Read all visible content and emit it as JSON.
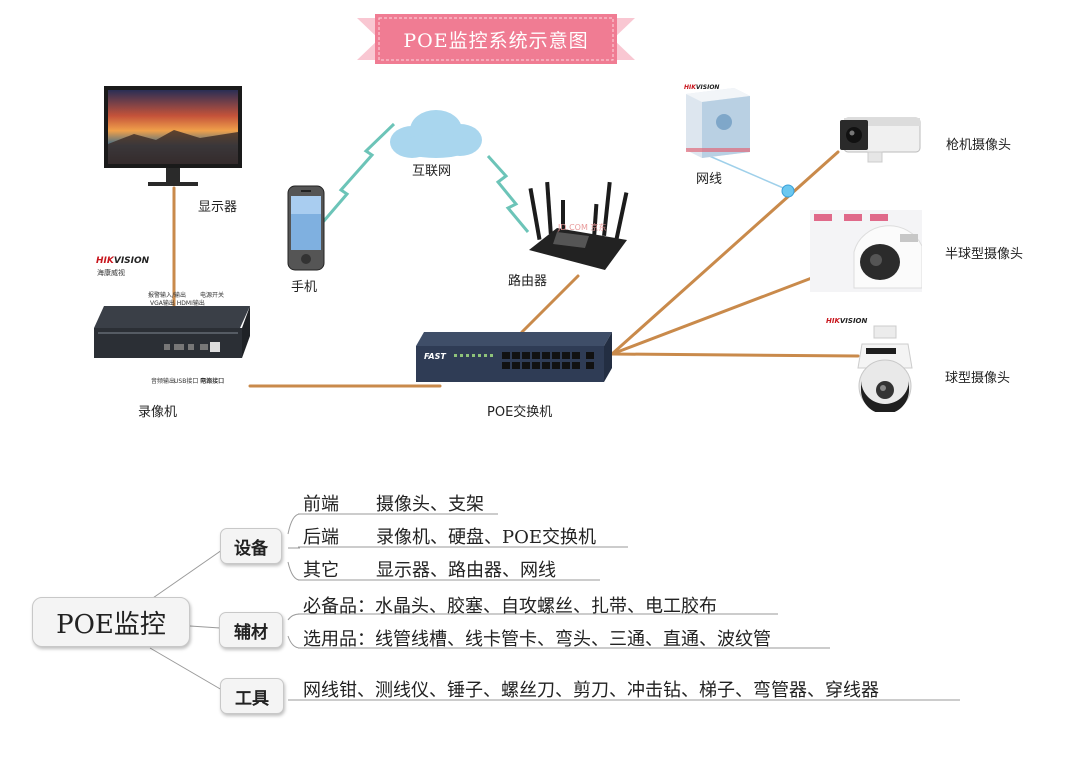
{
  "title": "POE监控系统示意图",
  "devices": {
    "monitor": "显示器",
    "phone": "手机",
    "internet": "互联网",
    "router": "路由器",
    "cable": "网线",
    "nvr": "录像机",
    "switch": "POE交换机",
    "bullet_camera": "枪机摄像头",
    "dome_camera": "半球型摄像头",
    "ptz_camera": "球型摄像头"
  },
  "brands": {
    "hik_prefix": "HIK",
    "hik_rest": "VISION",
    "hik_cn": "海康威视",
    "switch_brand": "FAST",
    "router_watermark": "JD.COM 京东"
  },
  "nvr_ports": {
    "top_left": "报警输入/输出",
    "top_mid": "VGA输出 HDMI输出",
    "top_right": "电源开关",
    "bot_left": "音频输出",
    "bot_mid": "USB接口 网络接口",
    "bot_right": "电源接口"
  },
  "mindmap": {
    "root": "POE监控",
    "branches": [
      {
        "label": "设备",
        "items": [
          {
            "key": "前端",
            "value": "摄像头、支架"
          },
          {
            "key": "后端",
            "value": "录像机、硬盘、POE交换机"
          },
          {
            "key": "其它",
            "value": "显示器、路由器、网线"
          }
        ]
      },
      {
        "label": "辅材",
        "items": [
          {
            "text": "必备品：水晶头、胶塞、自攻螺丝、扎带、电工胶布"
          },
          {
            "text": "选用品：线管线槽、线卡管卡、弯头、三通、直通、波纹管"
          }
        ]
      },
      {
        "label": "工具",
        "items": [
          {
            "text": "网线钳、测线仪、锤子、螺丝刀、剪刀、冲击钻、梯子、弯管器、穿线器"
          }
        ]
      }
    ]
  },
  "colors": {
    "cable": "#c98a4b",
    "banner": "#f07c93",
    "banner_light": "#f9c7d2",
    "wireless": "#6cc4b8",
    "cloud": "#a9d6ee"
  }
}
